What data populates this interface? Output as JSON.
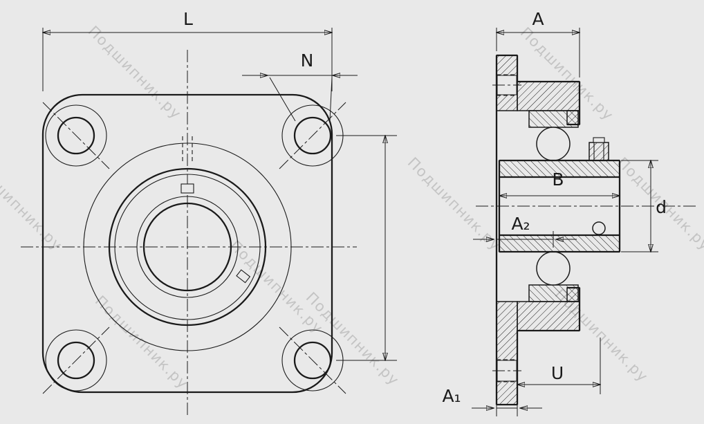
{
  "drawing": {
    "labels": {
      "L": "L",
      "N": "N",
      "A": "A",
      "B": "B",
      "d": "d",
      "A2": "A₂",
      "A1": "A₁",
      "U": "U"
    }
  },
  "watermark": {
    "text": "Подшипник.ру"
  },
  "colors": {
    "background": "#e9e9e9",
    "line": "#1a1a1a",
    "watermark": "#c0c0c0"
  }
}
